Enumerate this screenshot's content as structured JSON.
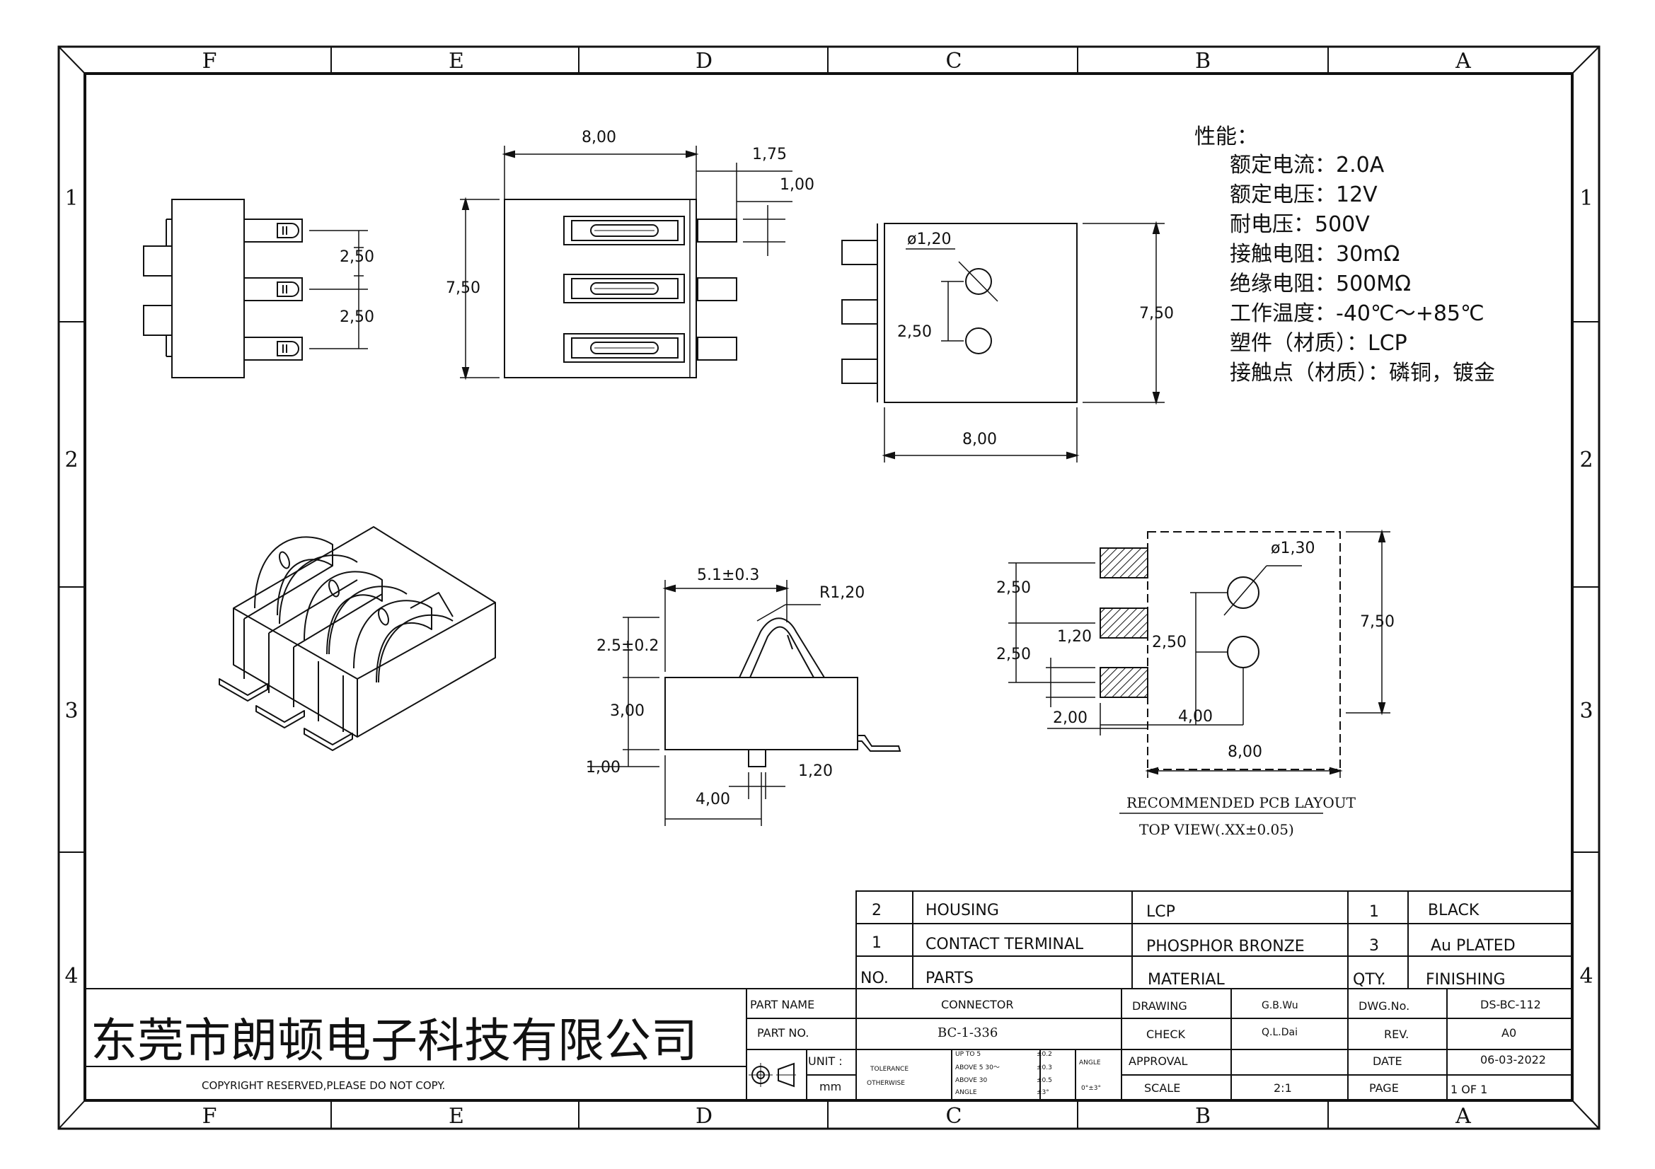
{
  "border": {
    "columns": [
      "F",
      "E",
      "D",
      "C",
      "B",
      "A"
    ],
    "rows": [
      "1",
      "2",
      "3",
      "4"
    ]
  },
  "specs": {
    "title": "性能：",
    "lines": [
      "额定电流：2.0A",
      "额定电压：12V",
      "耐电压：500V",
      "接触电阻：30mΩ",
      "绝缘电阻：500MΩ",
      "工作温度：-40℃～+85℃",
      "塑件（材质）：LCP",
      "接触点（材质）：磷铜，镀金"
    ]
  },
  "dims": {
    "side_pitch_1": "2,50",
    "side_pitch_2": "2,50",
    "top_width": "8,00",
    "top_height": "7,50",
    "pin_ext": "1,75",
    "pin_width": "1,00",
    "bottom_hole": "ø1,20",
    "bottom_pitch": "2,50",
    "bottom_height": "7,50",
    "bottom_width": "8,00",
    "front_top": "5.1±0.3",
    "front_radius": "R1,20",
    "front_h1": "2.5±0.2",
    "front_h2": "3,00",
    "front_h3": "1,00",
    "front_pin": "1,20",
    "front_off": "4,00",
    "pcb_hole": "ø1,30",
    "pcb_p1": "2,50",
    "pcb_p2": "2,50",
    "pcb_pad_w": "1,20",
    "pcb_hole_pitch": "2,50",
    "pcb_height": "7,50",
    "pcb_pad_len": "2,00",
    "pcb_off": "4,00",
    "pcb_width": "8,00"
  },
  "pcb_caption": {
    "line1": "RECOMMENDED PCB LAYOUT",
    "line2": "TOP VIEW(.XX±0.05)"
  },
  "bom": {
    "rows": [
      {
        "no": "2",
        "part": "HOUSING",
        "material": "LCP",
        "qty": "1",
        "finish": "BLACK"
      },
      {
        "no": "1",
        "part": "CONTACT TERMINAL",
        "material": "PHOSPHOR BRONZE",
        "qty": "3",
        "finish": "Au PLATED"
      }
    ],
    "header": {
      "no": "NO.",
      "part": "PARTS",
      "material": "MATERIAL",
      "qty": "QTY.",
      "finish": "FINISHING"
    }
  },
  "titleblock": {
    "company": "东莞市朗顿电子科技有限公司",
    "copyright": "COPYRIGHT RESERVED,PLEASE DO NOT COPY.",
    "part_name_label": "PART NAME",
    "part_name": "CONNECTOR",
    "part_no_label": "PART NO.",
    "part_no": "BC-1-336",
    "unit_label": "UNIT :",
    "unit": "mm",
    "tolerance_label": "TOLERANCE",
    "otherwise_label": "OTHERWISE",
    "tol_up_to_5": "UP TO 5",
    "tol_up_to_5_val": "±0.2",
    "tol_above5_30": "ABOVE 5  30～",
    "tol_above5_30_val": "±0.3",
    "tol_above30": "ABOVE 30",
    "tol_above30_val": "±0.5",
    "tol_angle": "ANGLE",
    "tol_angle_val": "±3°",
    "angle_label": "ANGLE",
    "angle_val": "0°±3°",
    "drawing_label": "DRAWING",
    "drawing": "G.B.Wu",
    "check_label": "CHECK",
    "check": "Q.L.Dai",
    "approval_label": "APPROVAL",
    "approval": "",
    "scale_label": "SCALE",
    "scale": "2:1",
    "dwg_no_label": "DWG.No.",
    "dwg_no": "DS-BC-112",
    "rev_label": "REV.",
    "rev": "A0",
    "date_label": "DATE",
    "date": "06-03-2022",
    "page_label": "PAGE",
    "page": "1 OF 1"
  }
}
